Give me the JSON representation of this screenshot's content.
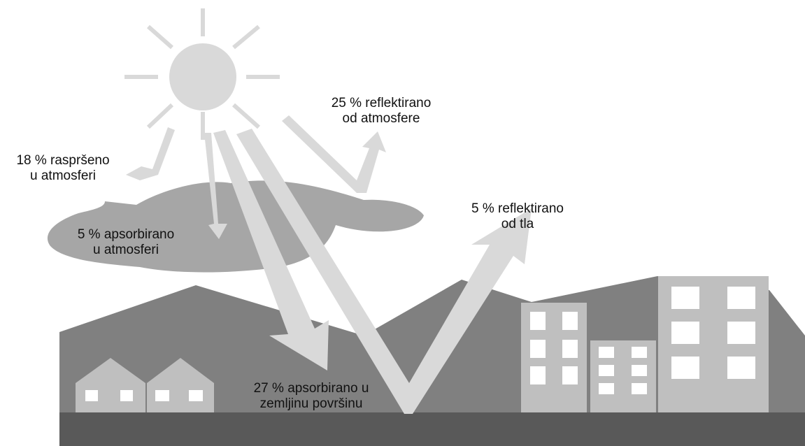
{
  "labels": {
    "scattered": {
      "line1": "18 % raspršeno",
      "line2": "u atmosferi"
    },
    "absorbed_atmosphere": {
      "line1": "5 % apsorbirano",
      "line2": "u atmosferi"
    },
    "reflected_atmosphere": {
      "line1": "25 % reflektirano",
      "line2": "od atmosfere"
    },
    "reflected_ground": {
      "line1": "5 % reflektirano",
      "line2": "od tla"
    },
    "absorbed_surface": {
      "line1": "27 % apsorbirano u",
      "line2": "zemljinu površinu"
    }
  },
  "colors": {
    "sun": "#d9d9d9",
    "arrow": "#d9d9d9",
    "cloud": "#a6a6a6",
    "mountain": "#808080",
    "ground": "#595959",
    "building": "#bfbfbf",
    "window": "#ffffff"
  }
}
